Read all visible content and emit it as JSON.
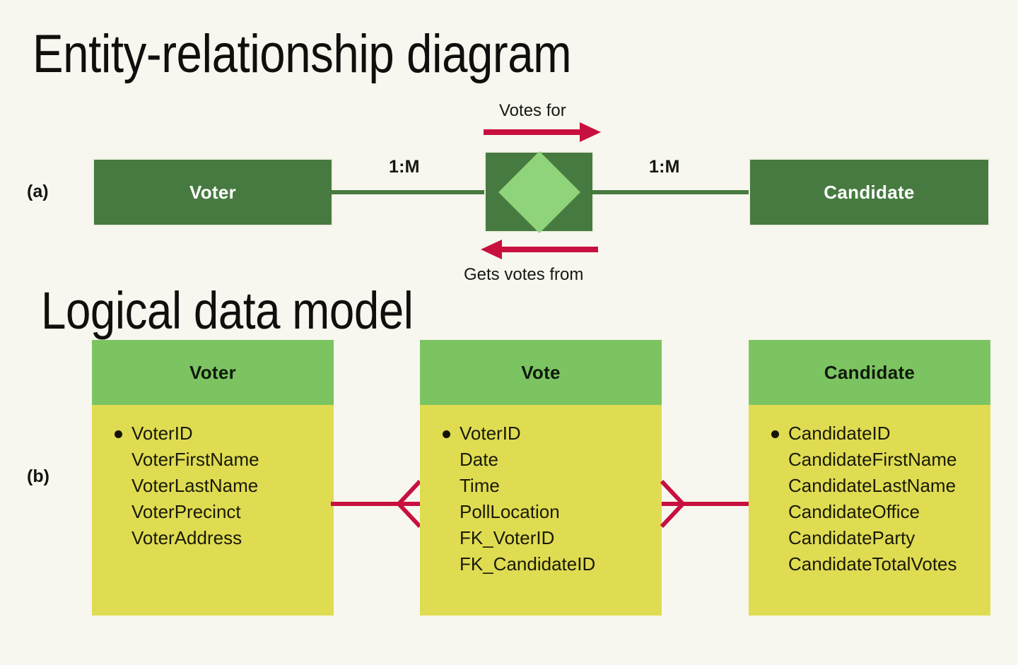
{
  "sections": {
    "a": {
      "letter": "(a)",
      "title": "Entity-relationship diagram",
      "entities": [
        {
          "name": "Voter"
        },
        {
          "name": "Candidate"
        }
      ],
      "relationship": {
        "shape": "diamond",
        "verb_forward": "Votes for",
        "verb_reverse": "Gets votes from"
      },
      "cardinalities": {
        "left": "1:M",
        "right": "1:M"
      }
    },
    "b": {
      "letter": "(b)",
      "title": "Logical data model",
      "tables": [
        {
          "name": "Voter",
          "fields": [
            {
              "label": "VoterID",
              "key": "pk"
            },
            {
              "label": "VoterFirstName",
              "key": ""
            },
            {
              "label": "VoterLastName",
              "key": ""
            },
            {
              "label": "VoterPrecinct",
              "key": ""
            },
            {
              "label": "VoterAddress",
              "key": ""
            }
          ]
        },
        {
          "name": "Vote",
          "fields": [
            {
              "label": "VoterID",
              "key": "pk"
            },
            {
              "label": "Date",
              "key": ""
            },
            {
              "label": "Time",
              "key": ""
            },
            {
              "label": "PollLocation",
              "key": ""
            },
            {
              "label": "FK_VoterID",
              "key": ""
            },
            {
              "label": "FK_CandidateID",
              "key": ""
            }
          ]
        },
        {
          "name": "Candidate",
          "fields": [
            {
              "label": "CandidateID",
              "key": "pk"
            },
            {
              "label": "CandidateFirstName",
              "key": ""
            },
            {
              "label": "CandidateLastName",
              "key": ""
            },
            {
              "label": "CandidateOffice",
              "key": ""
            },
            {
              "label": "CandidateParty",
              "key": ""
            },
            {
              "label": "CandidateTotalVotes",
              "key": ""
            }
          ]
        }
      ],
      "relationships": [
        {
          "from": "Voter",
          "to": "Vote",
          "notation": "crows-foot-many-at-vote"
        },
        {
          "from": "Vote",
          "to": "Candidate",
          "notation": "crows-foot-many-at-vote"
        }
      ]
    }
  },
  "colors": {
    "background": "#f7f7ef",
    "entity_green": "#477a40",
    "diamond_green": "#8fd37a",
    "table_header_green": "#7cc462",
    "table_body_yellow": "#e0dc52",
    "arrow_red": "#c8103f",
    "text_dark": "#141405"
  }
}
